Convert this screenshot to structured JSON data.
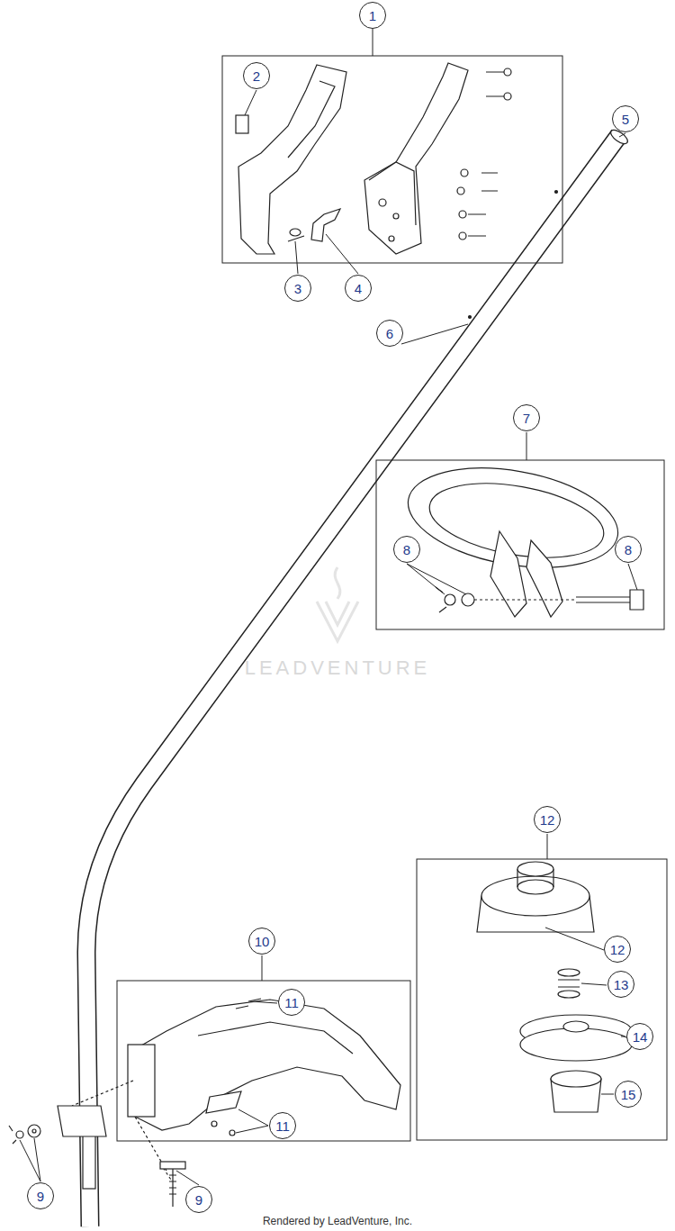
{
  "diagram": {
    "nodes": [
      {
        "text": [
          "1"
        ]
      },
      {
        "text": [
          "2"
        ]
      },
      {
        "text": [
          "5"
        ]
      },
      {
        "text": [
          "3"
        ]
      },
      {
        "text": [
          "4"
        ]
      },
      {
        "text": [
          "6"
        ]
      },
      {
        "text": [
          "7"
        ]
      },
      {
        "text": [
          "8"
        ]
      },
      {
        "text": [
          "8"
        ]
      },
      {
        "text": [
          "12"
        ]
      },
      {
        "text": [
          "10"
        ]
      },
      {
        "text": [
          "11"
        ]
      },
      {
        "text": [
          "12"
        ]
      },
      {
        "text": [
          "13"
        ]
      },
      {
        "text": [
          "11"
        ]
      },
      {
        "text": [
          "14"
        ]
      },
      {
        "text": [
          "15"
        ]
      },
      {
        "text": [
          "9"
        ]
      },
      {
        "text": [
          "9"
        ]
      }
    ],
    "labels": [
      "LEADVENTURE",
      "Rendered by LeadVenture, Inc."
    ]
  }
}
